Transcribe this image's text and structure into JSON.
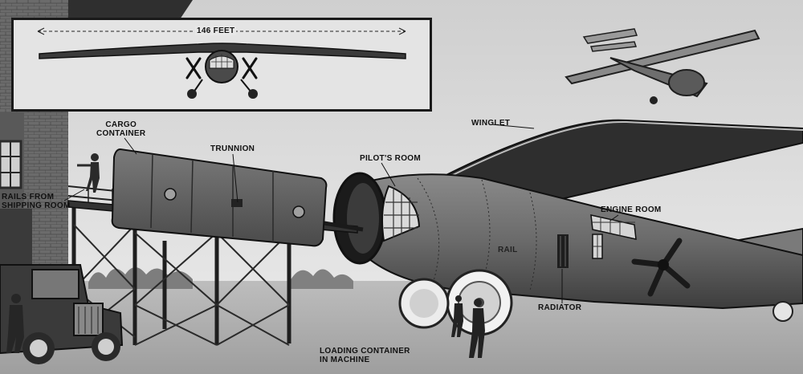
{
  "inset": {
    "span_label": "146 FEET"
  },
  "labels": {
    "cargo_container": [
      "CARGO",
      "CONTAINER"
    ],
    "trunnion": "TRUNNION",
    "rails": [
      "RAILS FROM",
      "SHIPPING ROOM"
    ],
    "pilots_room": "PILOT'S ROOM",
    "winglet": "WINGLET",
    "engine_room": "ENGINE ROOM",
    "rail": "RAIL",
    "radiator": "RADIATOR",
    "loading": [
      "LOADING CONTAINER",
      "IN MACHINE"
    ]
  }
}
